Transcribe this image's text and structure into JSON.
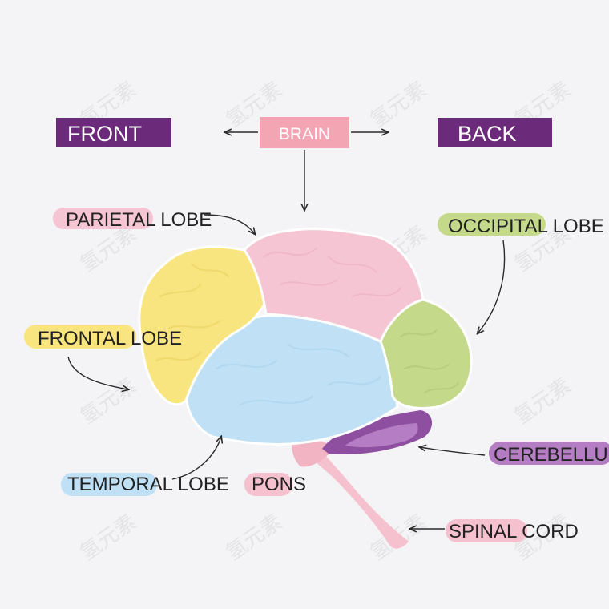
{
  "header": {
    "front": "FRONT",
    "brain": "BRAIN",
    "back": "BACK"
  },
  "labels": {
    "parietal": "PARIETAL LOBE",
    "occipital": "OCCIPITAL LOBE",
    "frontal": "FRONTAL LOBE",
    "cerebellum": "CEREBELLUM",
    "temporal": "TEMPORAL LOBE",
    "pons": "PONS",
    "spinal": "SPINAL CORD"
  },
  "watermark": "氢元素",
  "colors": {
    "background": "#f4f3f6",
    "header_purple": "#6c2a7a",
    "brain_pink": "#f3a5b4",
    "parietal": "#f6c5d3",
    "frontal": "#f8e57f",
    "temporal": "#bfe0f5",
    "occipital": "#c5d98a",
    "cerebellum": "#8e4fa0",
    "pons": "#f2b3c3",
    "spinal": "#f6c1cf",
    "arrow": "#2b2b2b",
    "label_text": "#222222"
  }
}
